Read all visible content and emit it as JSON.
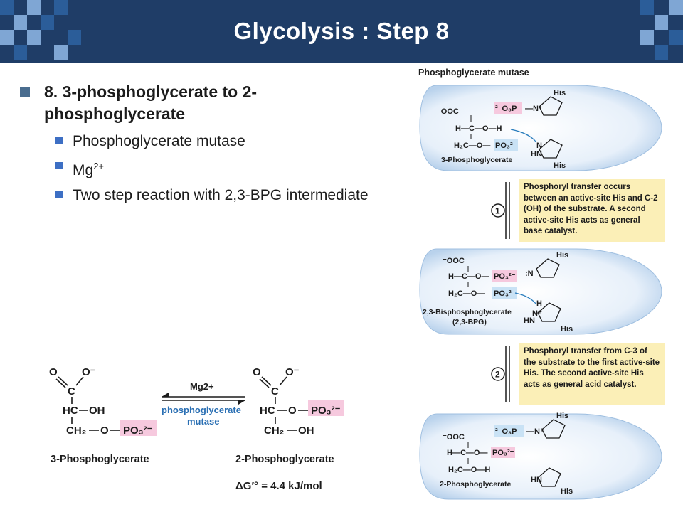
{
  "header": {
    "title": "Glycolysis : Step 8",
    "colors": {
      "bar": "#1f3d67",
      "square_dark": "#2b5d99",
      "square_light": "#7fa6d4"
    }
  },
  "bullets": {
    "main": "8. 3-phosphoglycerate to 2-phosphoglycerate",
    "items": [
      {
        "text": "Phosphoglycerate mutase"
      },
      {
        "text": "Mg",
        "sup": "2+"
      },
      {
        "text": "Two step reaction with 2,3-BPG intermediate"
      }
    ]
  },
  "reaction": {
    "cofactor": "Mg2+",
    "enzyme_line1": "phosphoglycerate",
    "enzyme_line2": "mutase",
    "reactant": "3-Phosphoglycerate",
    "product": "2-Phosphoglycerate",
    "delta_g": "ΔG′° = 4.4 kJ/mol",
    "atoms": {
      "o": "O",
      "o_minus": "O⁻",
      "c": "C",
      "hc": "HC",
      "oh": "OH",
      "ch2": "CH₂",
      "o2": "O",
      "po3": "PO₃²⁻"
    }
  },
  "mechanism": {
    "title": "Phosphoglycerate mutase",
    "step1_label": "3-Phosphoglycerate",
    "step2_label_line1": "2,3-Bisphosphoglycerate",
    "step2_label_line2": "(2,3-BPG)",
    "step3_label": "2-Phosphoglycerate",
    "his": "His",
    "note1": "Phosphoryl transfer occurs between an active-site His and C-2 (OH) of the substrate. A second active-site His acts as general base catalyst.",
    "note2": "Phosphoryl transfer from C-3 of the substrate to the first active-site His. The second active-site His acts as general acid catalyst.",
    "step_numbers": [
      "1",
      "2"
    ],
    "colors": {
      "pocket": "#dbe8f7",
      "note": "#fbefb7",
      "pink": "#f6c9de",
      "blue_box": "#c9e2f5",
      "arrow": "#2a7dbd"
    }
  }
}
